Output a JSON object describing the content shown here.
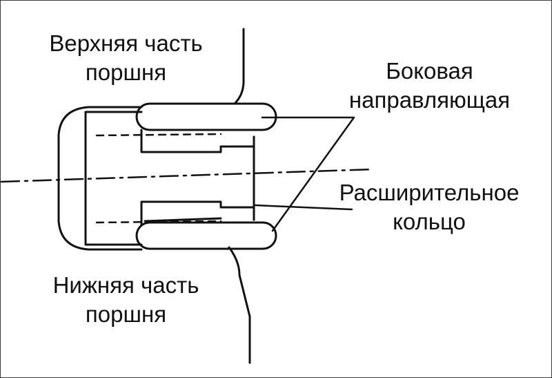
{
  "labels": {
    "upper_part": {
      "line1": "Верхняя часть",
      "line2": "поршня"
    },
    "side_guide": {
      "line1": "Боковая",
      "line2": "направляющая"
    },
    "expander_ring": {
      "line1": "Расширительное",
      "line2": "кольцо"
    },
    "lower_part": {
      "line1": "Нижняя часть",
      "line2": "поршня"
    }
  },
  "colors": {
    "ink": "#111111",
    "background": "#ffffff",
    "frame": "#3a3a3a"
  }
}
